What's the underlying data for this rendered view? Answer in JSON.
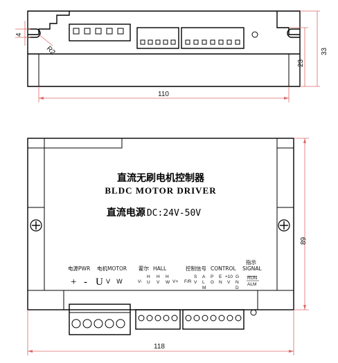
{
  "top_view": {
    "dim_hole": "4",
    "dim_radius": "R2",
    "dim_inner_height": "23",
    "dim_height": "33",
    "dim_width": "110"
  },
  "front_view": {
    "title_cn": "直流无刷电机控制器",
    "title_en": "BLDC  MOTOR  DRIVER",
    "power_cn": "直流电源",
    "power_en": "DC:24V-50V",
    "dim_height": "89",
    "dim_width": "118",
    "sections": {
      "pwr_cn": "电源",
      "pwr_en": "PWR",
      "motor_cn": "电机",
      "motor_en": "MOTOR",
      "hall_cn": "霍尔",
      "hall_en": "HALL",
      "ctrl_cn": "控制信号",
      "ctrl_en": "CONTROL",
      "sig_cn": "指示",
      "sig_en": "SIGNAL"
    },
    "pwr_symbols": [
      "+",
      "-"
    ],
    "motor_terminals": [
      "U",
      "V",
      "W"
    ],
    "hall_pins": [
      {
        "top": "V-",
        "bot": ""
      },
      {
        "top": "H",
        "bot": "U"
      },
      {
        "top": "H",
        "bot": "V"
      },
      {
        "top": "H",
        "bot": "W"
      },
      {
        "top": "V+",
        "bot": ""
      }
    ],
    "ctrl_pins": [
      {
        "top": "F/R",
        "mid": "",
        "bot": ""
      },
      {
        "top": "S",
        "mid": "V",
        "bot": ""
      },
      {
        "top": "A",
        "mid": "L",
        "bot": "M"
      },
      {
        "top": "P",
        "mid": "G",
        "bot": ""
      },
      {
        "top": "E",
        "mid": "N",
        "bot": ""
      },
      {
        "top": "+10",
        "mid": "V",
        "bot": ""
      },
      {
        "top": "G",
        "mid": "N",
        "bot": "D"
      }
    ],
    "signal_pins": [
      "RUN",
      "ALM"
    ]
  }
}
